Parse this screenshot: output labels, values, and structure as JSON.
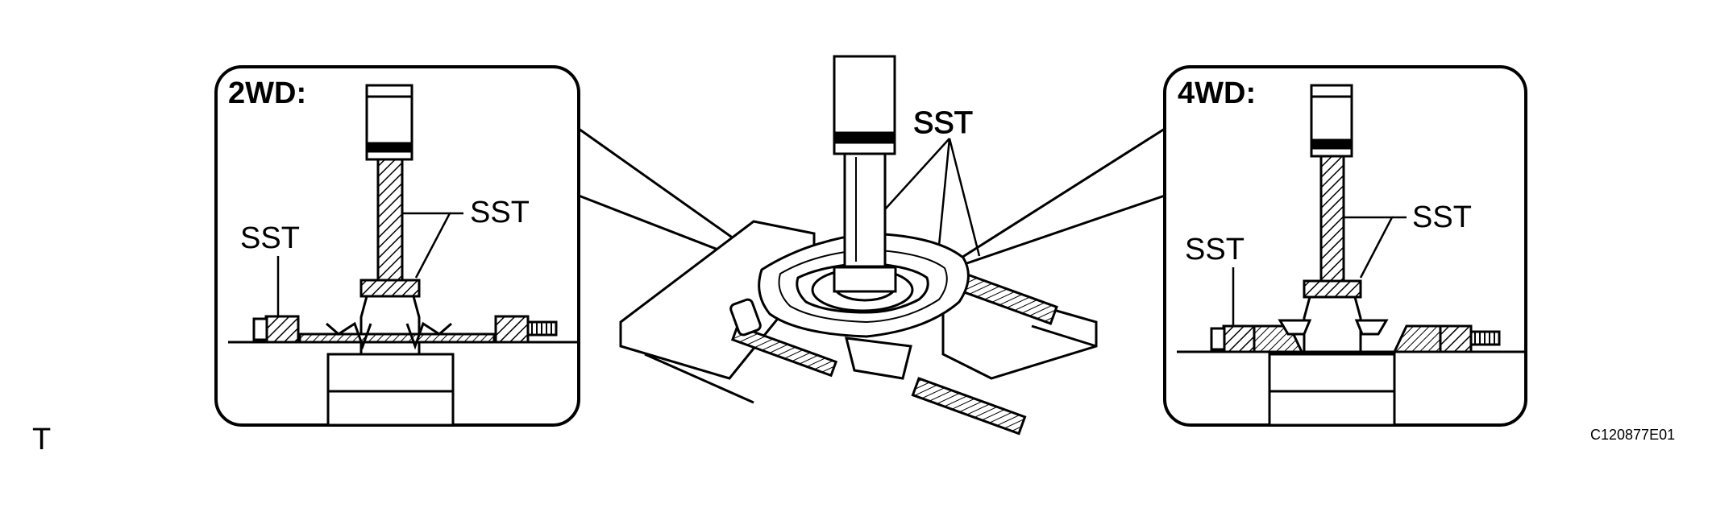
{
  "panels": {
    "left": {
      "title": "2WD:",
      "label_upper": "SST",
      "label_lower": "SST"
    },
    "center": {
      "label": "SST"
    },
    "right": {
      "title": "4WD:",
      "label_upper": "SST",
      "label_lower": "SST"
    }
  },
  "footer": {
    "left_mark": "T",
    "figure_code": "C120877E01"
  },
  "colors": {
    "ink": "#000000",
    "paper": "#ffffff"
  }
}
